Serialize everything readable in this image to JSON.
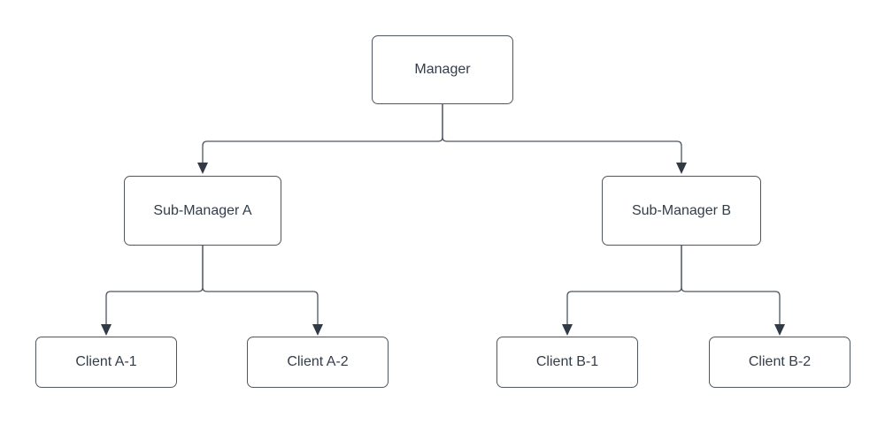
{
  "diagram": {
    "type": "org-chart-tree",
    "nodes": [
      {
        "id": "manager",
        "label": "Manager"
      },
      {
        "id": "sub-manager-a",
        "label": "Sub-Manager A"
      },
      {
        "id": "sub-manager-b",
        "label": "Sub-Manager B"
      },
      {
        "id": "client-a1",
        "label": "Client A-1"
      },
      {
        "id": "client-a2",
        "label": "Client A-2"
      },
      {
        "id": "client-b1",
        "label": "Client B-1"
      },
      {
        "id": "client-b2",
        "label": "Client B-2"
      }
    ],
    "edges": [
      {
        "from": "Manager",
        "to": "Sub-Manager A",
        "arrow": "filled-triangle"
      },
      {
        "from": "Manager",
        "to": "Sub-Manager B",
        "arrow": "filled-triangle"
      },
      {
        "from": "Sub-Manager A",
        "to": "Client A-1",
        "arrow": "filled-triangle"
      },
      {
        "from": "Sub-Manager A",
        "to": "Client A-2",
        "arrow": "filled-triangle"
      },
      {
        "from": "Sub-Manager B",
        "to": "Client B-1",
        "arrow": "filled-triangle"
      },
      {
        "from": "Sub-Manager B",
        "to": "Client B-2",
        "arrow": "filled-triangle"
      }
    ],
    "colors": {
      "background": "#ffffff",
      "node_fill": "#ffffff",
      "node_border": "#4d5661",
      "connector_stroke": "#4d5661",
      "arrow_fill": "#323a46",
      "text": "#333d49"
    }
  }
}
